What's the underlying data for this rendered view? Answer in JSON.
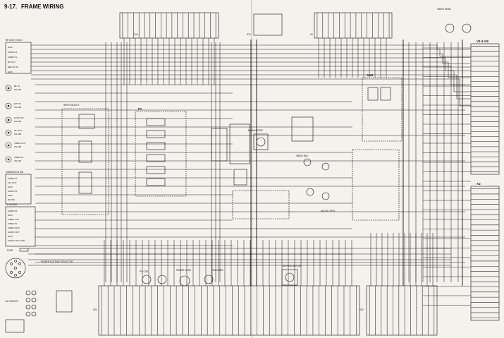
{
  "header": {
    "number": "9-17.",
    "title": "FRAME WIRING"
  },
  "connectors": {
    "left": [
      {
        "id": "rf-unit",
        "title": "RF UNIT CH/CH",
        "pins": [
          "GND",
          "AUDIO IN",
          "VIDEO IN",
          "RF OUT",
          "REG 8V IN",
          "GND"
        ]
      },
      {
        "id": "rfin",
        "title": "RF IN",
        "pins": [
          "RF IN",
          "CN 902"
        ]
      },
      {
        "id": "ext-in",
        "title": "EXT IN",
        "pins": [
          "EXT IN",
          "CN 903"
        ]
      },
      {
        "id": "line-out",
        "title": "LINE OUT",
        "pins": [
          "LINE OUT",
          "CN 904"
        ]
      },
      {
        "id": "rf-out",
        "title": "RF OUT",
        "pins": [
          "RF OUT",
          "CN 905"
        ]
      },
      {
        "id": "video-out",
        "title": "VIDEO OUT",
        "pins": [
          "VIDEO OUT",
          "CN 906"
        ]
      },
      {
        "id": "video-in",
        "title": "VIDEO IN",
        "pins": [
          "VIDEO IN",
          "CN 907"
        ]
      },
      {
        "id": "camera",
        "title": "CAMERA CN 909",
        "pins": [
          "VIDEO IN",
          "12V OUT",
          "GND",
          "AUDIO IN",
          "GND",
          "PAUSE"
        ]
      },
      {
        "id": "tv",
        "title": "TV CN 908",
        "pins": [
          "AUDIO IN",
          "GND",
          "VIDEO OUT",
          "VIDEO IN",
          "VIDEO GND",
          "AUDIO OUT",
          "GND",
          "AUDIO OUT GND"
        ]
      }
    ],
    "bottom": [
      {
        "id": "s04",
        "label": "S04"
      },
      {
        "id": "s02",
        "label": "S02"
      }
    ],
    "top": [
      {
        "id": "s15",
        "label": "S15"
      },
      {
        "id": "s13",
        "label": "S13"
      },
      {
        "id": "s1",
        "label": "S1"
      },
      {
        "id": "video-head",
        "label": "VIDEO HEAD"
      }
    ],
    "right": [
      {
        "id": "v3-h2",
        "title": "V3 & H2"
      },
      {
        "id": "am2",
        "title": "AM2"
      },
      {
        "id": "a2",
        "title": "A2"
      }
    ]
  },
  "blocks": {
    "input-select": "INPUT SELECT",
    "f1": "F1",
    "power-voltage": "POWER VOLTAGE SELECTOR",
    "fuse": "FUSE",
    "main-motor": "MAIN MOTOR",
    "ac-outlet": "AC OUTLET",
    "pg-coil": "PG COIL",
    "frame-head": "FRAME HEAD",
    "capstan": "CAPSTAN MOTOR",
    "video-rec": "VIDEO REC",
    "audio-level": "AUDIO LEVEL",
    "tracking": "TRACKING"
  }
}
